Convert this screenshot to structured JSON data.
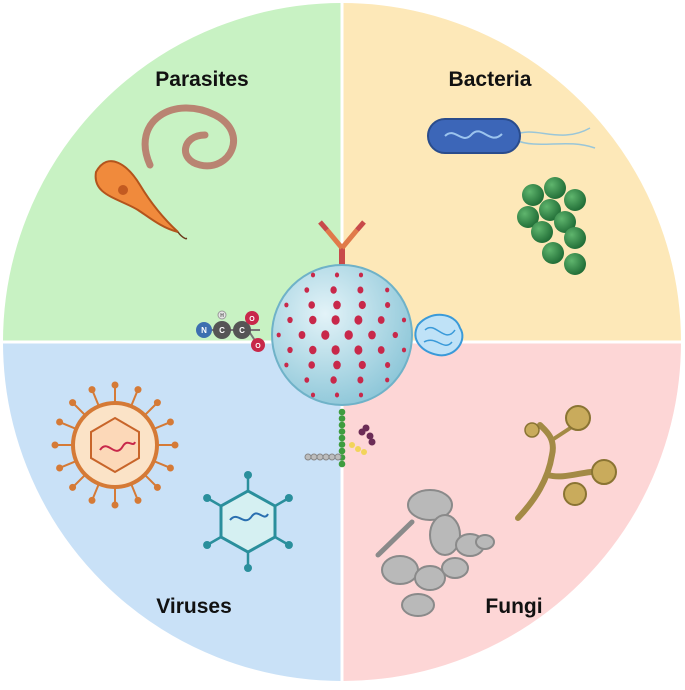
{
  "quadrants": {
    "parasites": {
      "label": "Parasites",
      "color": "#c8f2c3"
    },
    "bacteria": {
      "label": "Bacteria",
      "color": "#fde8b8"
    },
    "viruses": {
      "label": "Viruses",
      "color": "#c9e1f7"
    },
    "fungi": {
      "label": "Fungi",
      "color": "#fdd6d6"
    }
  },
  "center": {
    "nanoparticle_color": "#a8d6e6",
    "dot_color": "#c8284a",
    "amino_atom_n": "N",
    "amino_atom_c1": "C",
    "amino_atom_c2": "C",
    "amino_atom_o1": "O",
    "amino_atom_o2": "O",
    "amino_atom_h": "H"
  }
}
